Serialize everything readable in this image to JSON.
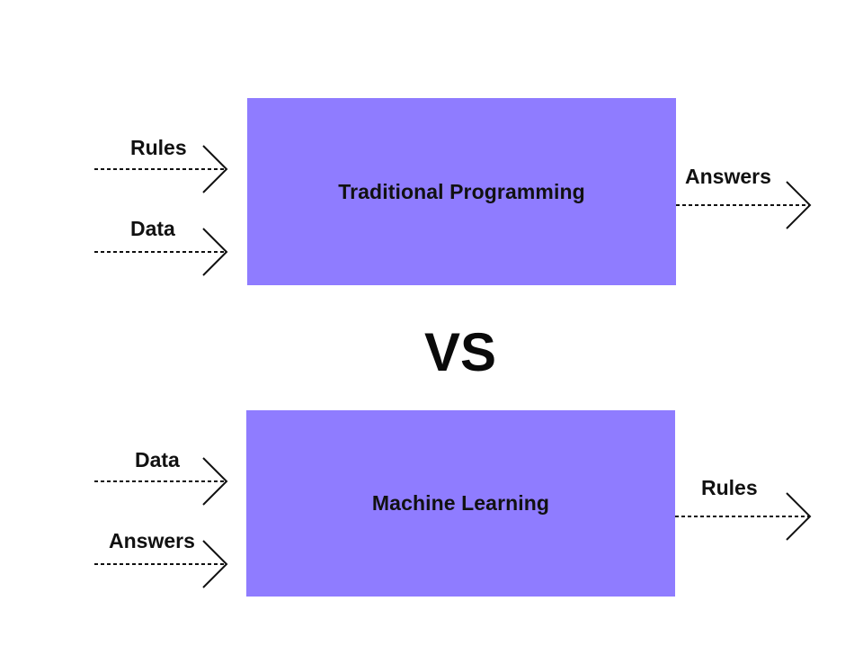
{
  "traditional": {
    "title": "Traditional Programming",
    "inputs": [
      "Rules",
      "Data"
    ],
    "output": "Answers"
  },
  "separator": "VS",
  "machine_learning": {
    "title": "Machine Learning",
    "inputs": [
      "Data",
      "Answers"
    ],
    "output": "Rules"
  },
  "colors": {
    "box_fill": "#8f7cff",
    "text": "#111111"
  }
}
